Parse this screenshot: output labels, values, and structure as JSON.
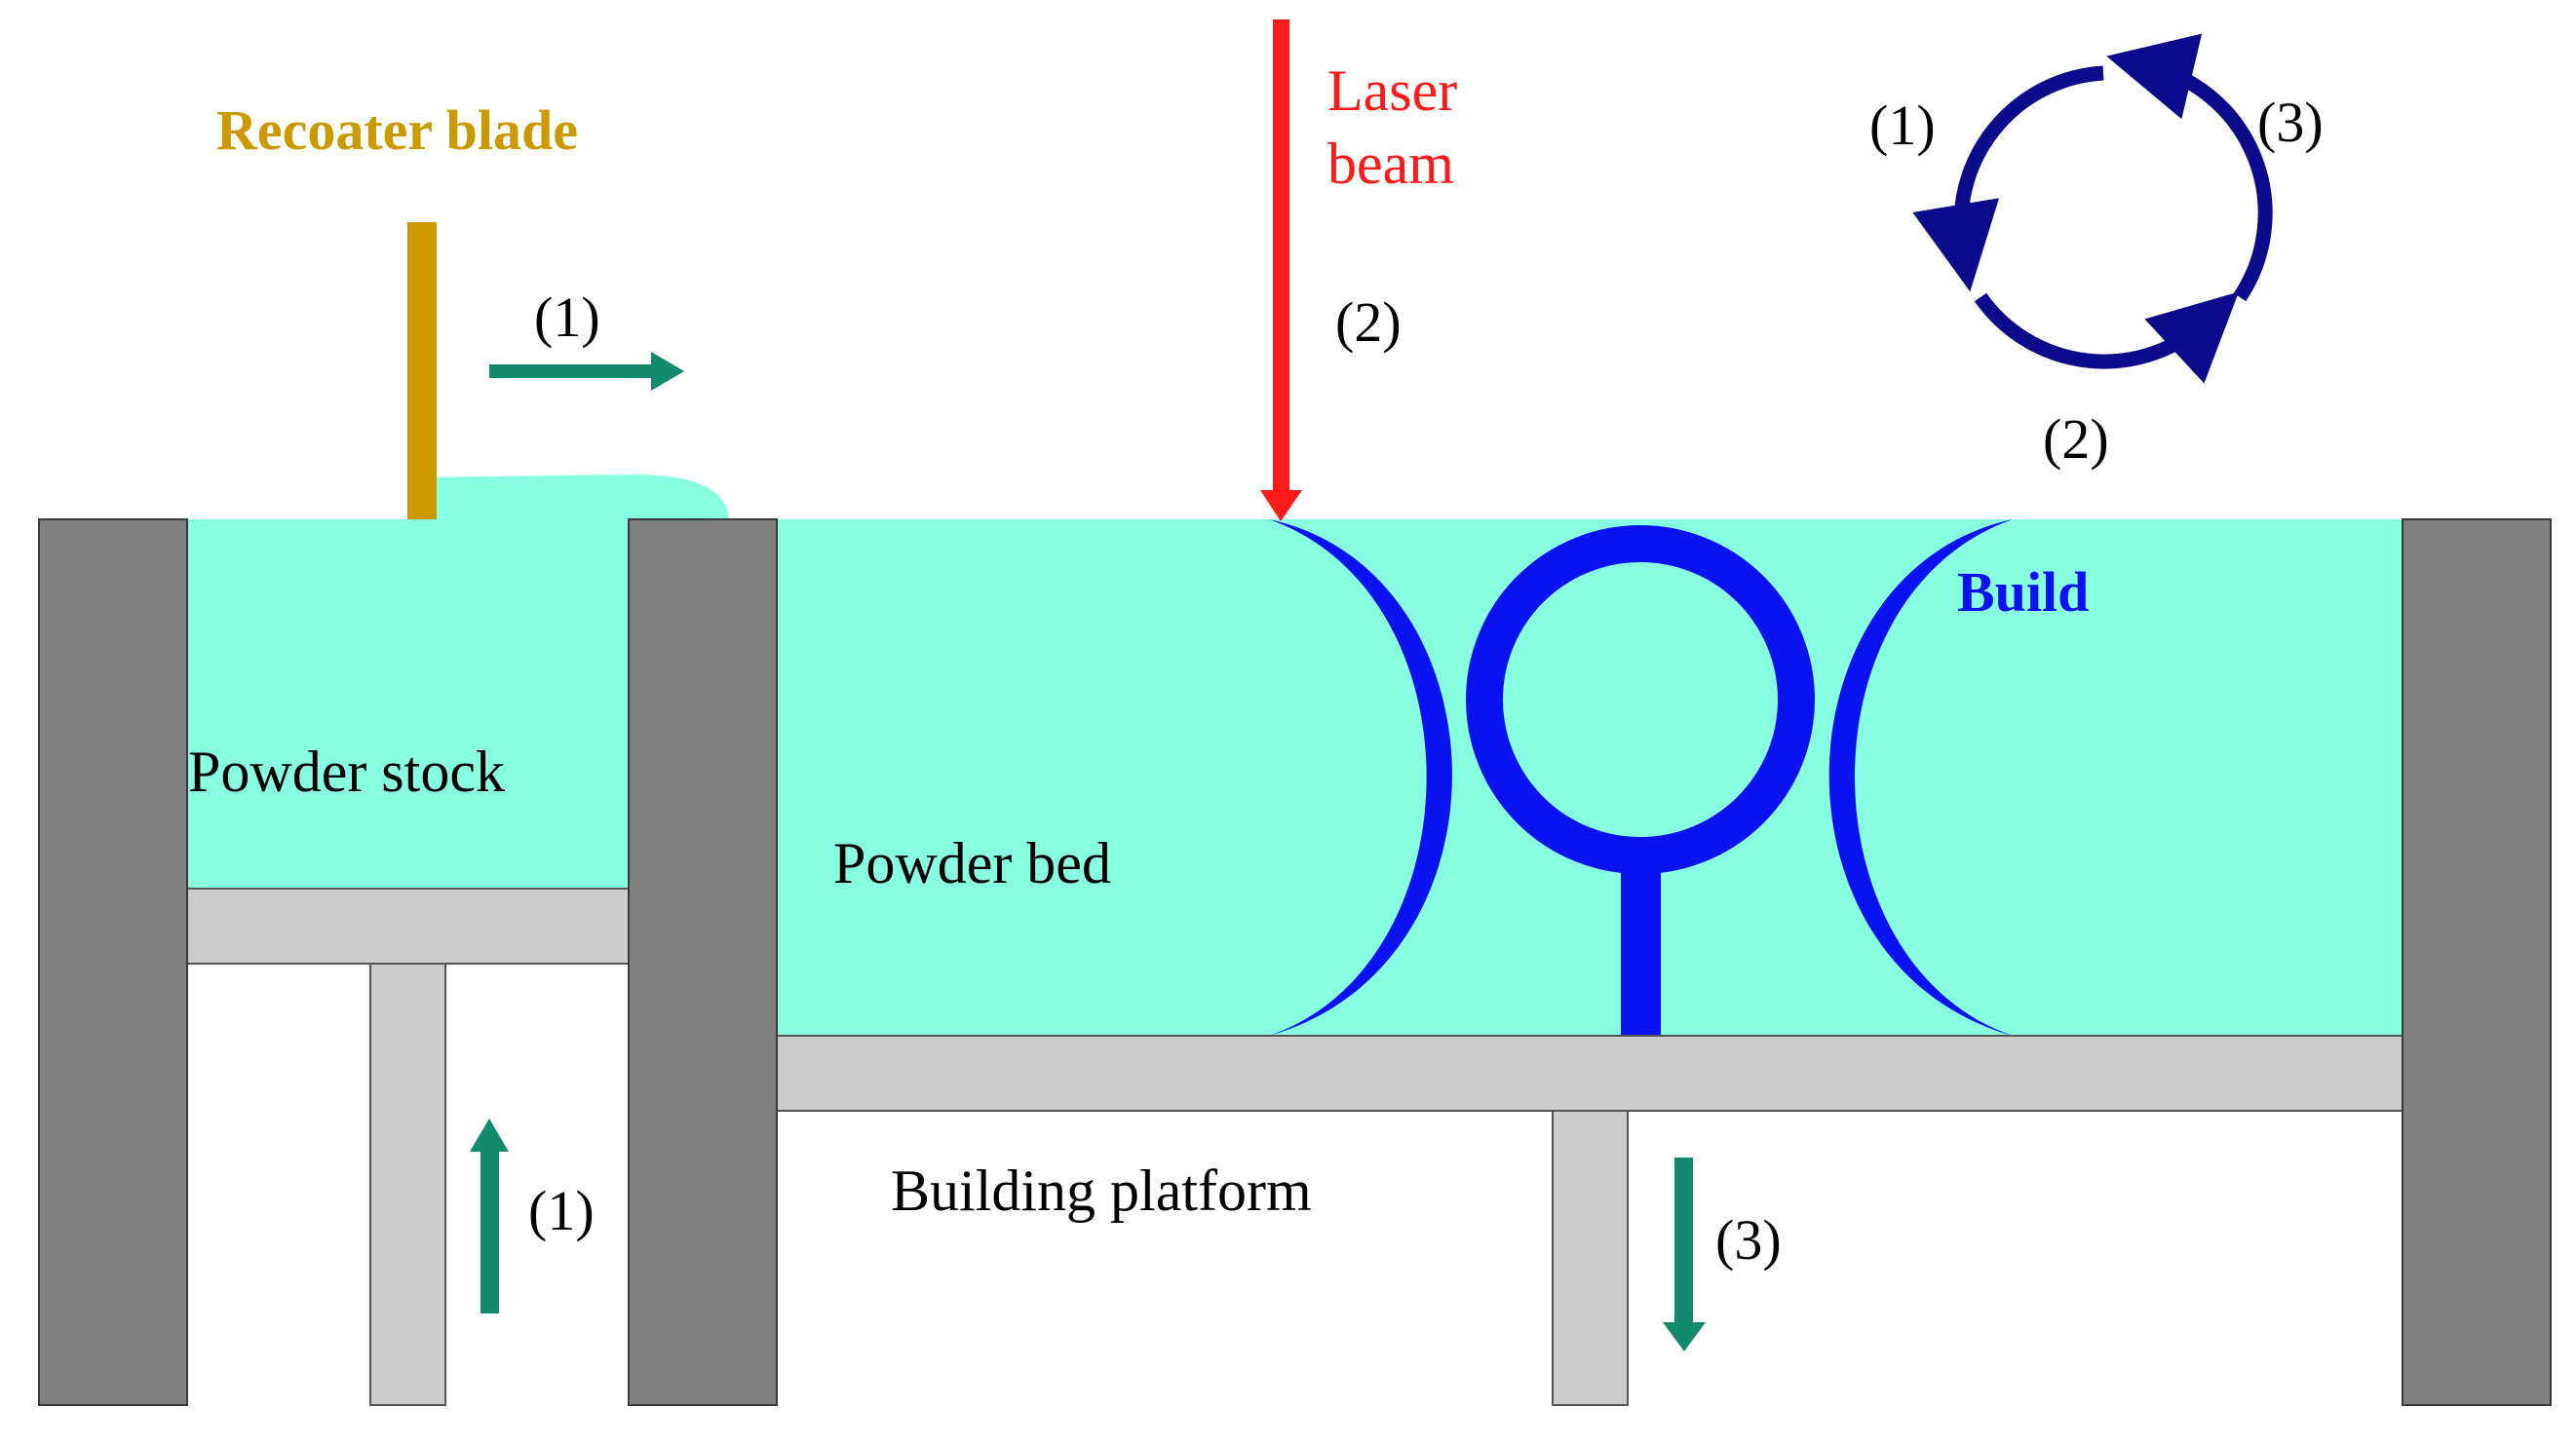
{
  "labels": {
    "recoater_blade": "Recoater blade",
    "laser_beam_line1": "Laser",
    "laser_beam_line2": "beam",
    "powder_stock": "Powder stock",
    "powder_bed": "Powder bed",
    "building_platform": "Building platform",
    "build": "Build"
  },
  "steps": {
    "recoat_arrow": "(1)",
    "laser_arrow": "(2)",
    "stock_piston_arrow": "(1)",
    "platform_arrow": "(3)",
    "cycle_1": "(1)",
    "cycle_2": "(2)",
    "cycle_3": "(3)"
  },
  "colors": {
    "wall": "#808080",
    "piston": "#cccccc",
    "powder": "#87ffe0",
    "build": "#0a12f0",
    "laser": "#ff1a1a",
    "blade": "#cc9900",
    "step_arrow": "#138a6e",
    "cycle": "#0b0b8c"
  },
  "cycle": {
    "steps": 3,
    "direction": "counter-clockwise"
  },
  "icons": [
    "arrow-right-icon",
    "arrow-down-icon",
    "arrow-up-icon",
    "cycle-icon"
  ]
}
